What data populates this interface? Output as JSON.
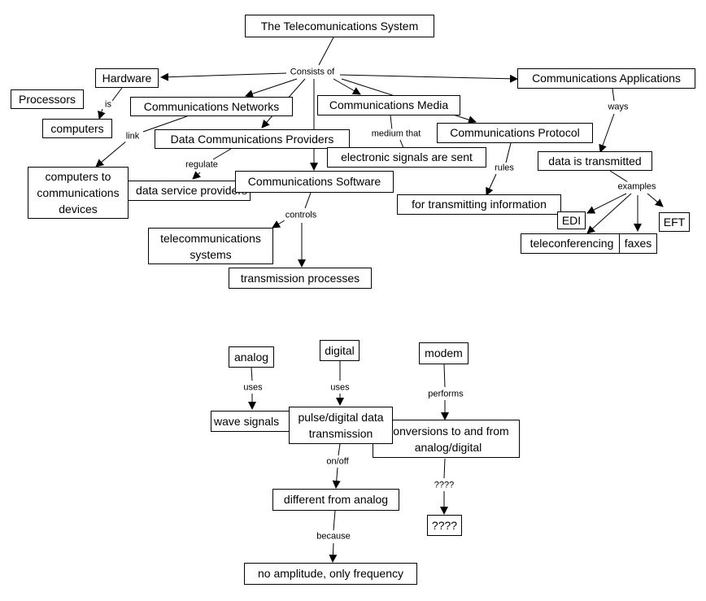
{
  "nodes": {
    "telecom_system": "The Telecomunications System",
    "hardware": "Hardware",
    "processors": "Processors",
    "computers": "computers",
    "comm_networks": "Communications Networks",
    "comm_media": "Communications Media",
    "comm_apps": "Communications Applications",
    "data_comm_providers": "Data Communications Providers",
    "electronic_signals": "electronic signals are sent",
    "comm_protocol": "Communications Protocol",
    "computers_to_devices": "computers to communications devices",
    "data_service_providers": "data service providers",
    "comm_software": "Communications Software",
    "data_transmitted": "data is transmitted",
    "for_transmitting": "for transmitting information",
    "edi": "EDI",
    "eft": "EFT",
    "telecom_systems": "telecommunications systems",
    "teleconferencing": "teleconferencing",
    "faxes": "faxes",
    "transmission_processes": "transmission processes",
    "analog": "analog",
    "digital": "digital",
    "modem": "modem",
    "wave_signals": "wave signals",
    "pulse_digital": "pulse/digital data transmission",
    "conversions": "conversions to and from analog/digital",
    "different_from_analog": "different from analog",
    "qqqq": "????",
    "no_amplitude": "no amplitude, only frequency"
  },
  "edge_labels": {
    "consists_of": "Consists of",
    "is": "is",
    "link": "link",
    "medium_that": "medium that",
    "ways": "ways",
    "regulate": "regulate",
    "rules": "rules",
    "examples": "examples",
    "controls": "controls",
    "uses_analog": "uses",
    "uses_digital": "uses",
    "performs": "performs",
    "on_off": "on/off",
    "qqqq": "????",
    "because": "because"
  }
}
